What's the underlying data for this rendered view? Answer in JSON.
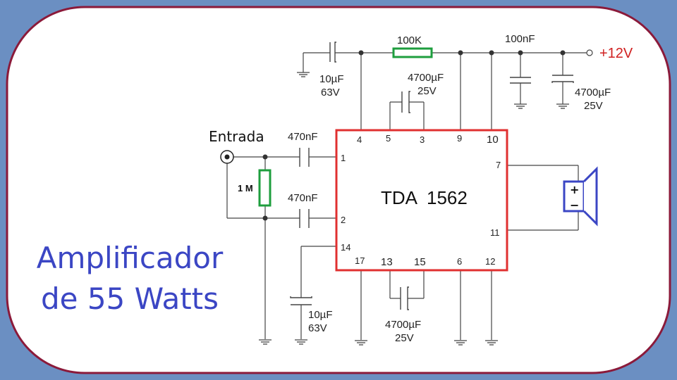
{
  "title": {
    "line1": "Amplificador",
    "line2": "de 55 Watts"
  },
  "ic": {
    "name": "TDA  1562",
    "pins": {
      "p1": "1",
      "p2": "2",
      "p3": "3",
      "p4": "4",
      "p5": "5",
      "p6": "6",
      "p7": "7",
      "p9": "9",
      "p10": "10",
      "p11": "11",
      "p12": "12",
      "p13": "13",
      "p14": "14",
      "p15": "15",
      "p17": "17"
    }
  },
  "input": {
    "label": "Entrada"
  },
  "supply": {
    "label": "+12V"
  },
  "components": {
    "r_100k": "100K",
    "c_100nf": "100nF",
    "c_10uf_top_value": "10µF",
    "c_10uf_top_voltage": "63V",
    "c_4700_top_value": "4700µF",
    "c_4700_top_voltage": "25V",
    "c_4700_right_value": "4700µF",
    "c_4700_right_voltage": "25V",
    "c_470_1": "470nF",
    "c_470_2": "470nF",
    "r_1m": "1 M",
    "c_10uf_bot_value": "10µF",
    "c_10uf_bot_voltage": "63V",
    "c_4700_bot_value": "4700µF",
    "c_4700_bot_voltage": "25V"
  },
  "speaker": {
    "plus": "+",
    "minus": "−"
  },
  "colors": {
    "background": "#6b8fc2",
    "panel": "#ffffff",
    "panel_border": "#8b1a3a",
    "ic_border": "#e03030",
    "resistor": "#1e9e3e",
    "title": "#3b46c4",
    "supply_label": "#d02020",
    "wire": "#444444"
  }
}
